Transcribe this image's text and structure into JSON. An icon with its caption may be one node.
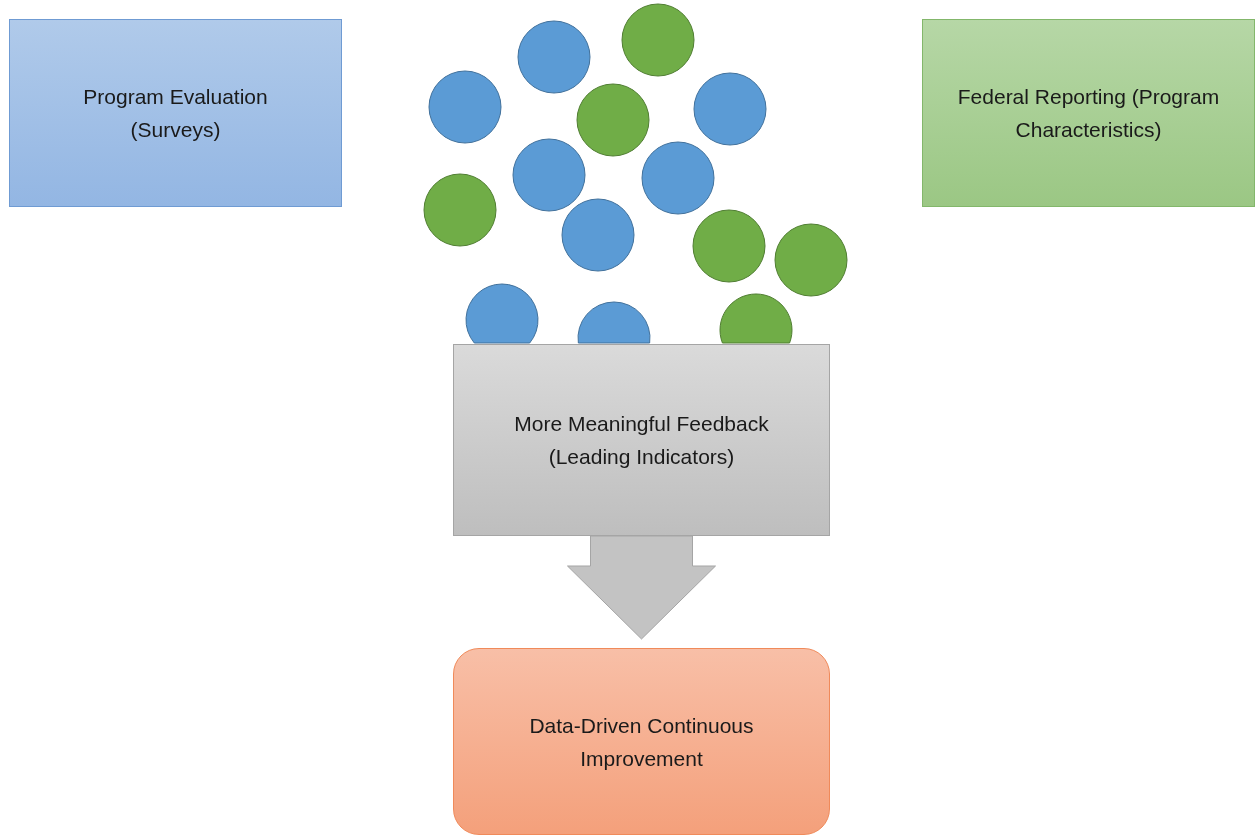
{
  "diagram": {
    "nodes": [
      {
        "text": [
          "Program Evaluation (Surveys)"
        ]
      },
      {
        "text": [],
        "shape": "circle"
      },
      {
        "text": [],
        "shape": "circle"
      },
      {
        "text": [],
        "shape": "circle"
      },
      {
        "text": [],
        "shape": "circle"
      },
      {
        "text": [],
        "shape": "circle"
      },
      {
        "text": [],
        "shape": "circle"
      },
      {
        "text": [],
        "shape": "circle"
      },
      {
        "text": [],
        "shape": "circle"
      },
      {
        "text": [],
        "shape": "circle"
      },
      {
        "text": [],
        "shape": "circle"
      },
      {
        "text": [],
        "shape": "circle"
      },
      {
        "text": [],
        "shape": "circle"
      },
      {
        "text": [],
        "shape": "circle"
      },
      {
        "text": [],
        "shape": "circle"
      },
      {
        "text": [
          "Federal Reporting (Program Characteristics)"
        ]
      },
      {
        "text": [
          "More Meaningful Feedback (Leading Indicators)"
        ]
      },
      {
        "text": [
          "Data-Driven Continuous Improvement"
        ]
      }
    ],
    "edges": [
      {
        "from": 16,
        "to": 17,
        "arrow": "to"
      }
    ]
  }
}
